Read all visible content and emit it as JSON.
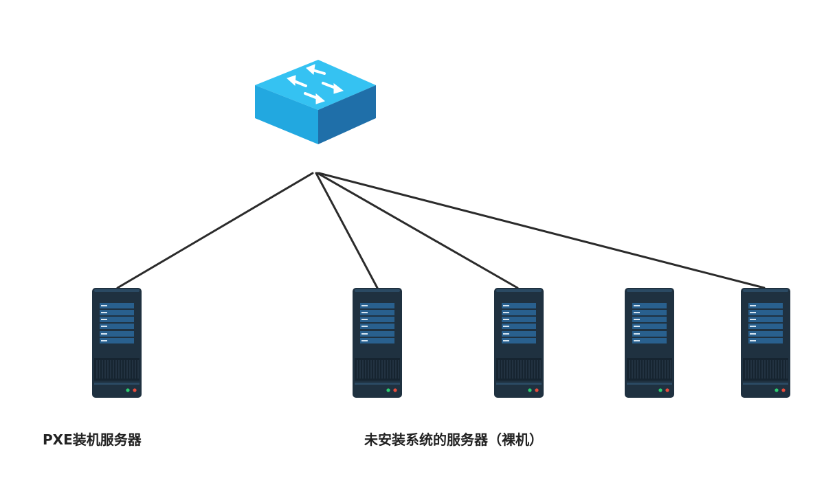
{
  "colors": {
    "line": "#2b2b2b",
    "switch_top": "#35c2f2",
    "switch_left": "#22a8e0",
    "switch_right": "#1f6fa9",
    "server_body": "#1f3140",
    "server_panel": "#29608e",
    "server_grille": "#162430",
    "led_green": "#2ecc71",
    "led_red": "#e74c3c"
  },
  "nodes": {
    "switch": {
      "icon": "network-switch-icon"
    },
    "servers": [
      {
        "id": "pxe-server",
        "icon": "server-icon",
        "role": "PXE",
        "linked": true
      },
      {
        "id": "bare-server-1",
        "icon": "server-icon",
        "role": "bare",
        "linked": true
      },
      {
        "id": "bare-server-2",
        "icon": "server-icon",
        "role": "bare",
        "linked": true
      },
      {
        "id": "bare-server-3",
        "icon": "server-icon",
        "role": "bare",
        "linked": false
      },
      {
        "id": "bare-server-4",
        "icon": "server-icon",
        "role": "bare",
        "linked": true
      }
    ]
  },
  "labels": {
    "pxe": "PXE装机服务器",
    "bare": "未安装系统的服务器（裸机）"
  }
}
